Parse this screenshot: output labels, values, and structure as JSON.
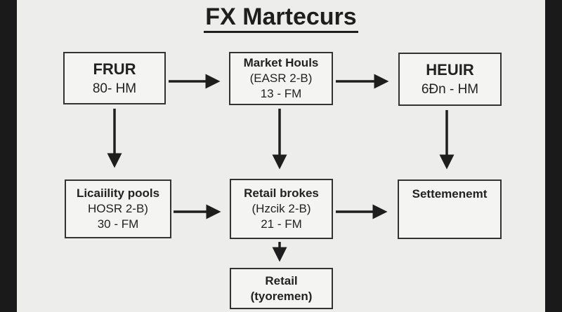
{
  "title": "FX Martecurs",
  "colors": {
    "stroke": "#1e1e1e",
    "background": "#ededeb"
  },
  "nodes": {
    "frur": {
      "title": "FRUR",
      "line1": "80- HM"
    },
    "market_hours": {
      "title": "Market Houls",
      "line1": "(EASR 2-B)",
      "line2": "13 - FM"
    },
    "heuir": {
      "title": "HEUIR",
      "line1": "6Đn - HM"
    },
    "liquidity": {
      "title": "Licaiility pools",
      "line1": "HOSR 2-B)",
      "line2": "30 - FM"
    },
    "retail_brokers": {
      "title": "Retail brokes",
      "line1": "(Hzcik 2-B)",
      "line2": "21 - FM"
    },
    "settlement": {
      "title": "Settemenemt"
    },
    "retail": {
      "title": "Retail",
      "line1": "(tyoremen)"
    }
  }
}
